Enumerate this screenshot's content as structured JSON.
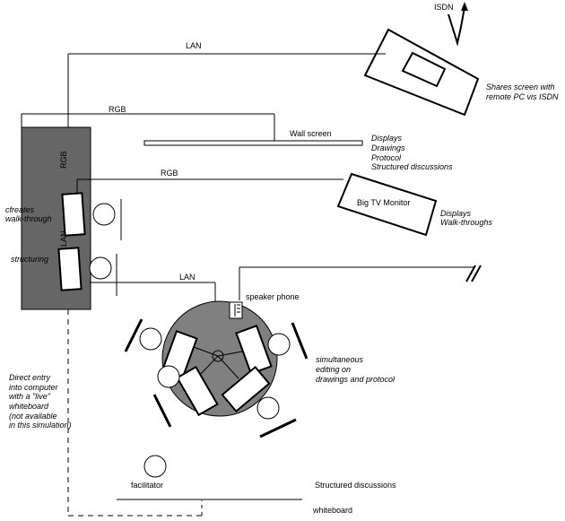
{
  "labels": {
    "isdn": "ISDN",
    "lan_top": "LAN",
    "shares_1": "Shares screen with",
    "shares_2": "remote PC vis ISDN",
    "rgb_top": "RGB",
    "rgb_vertical": "RGB",
    "wall_screen": "Wall screen",
    "wall_desc_1": "Displays",
    "wall_desc_2": "Drawings",
    "wall_desc_3": "Protocol",
    "wall_desc_4": "Structured discussions",
    "rgb_mid": "RGB",
    "tv_monitor": "Big TV Monitor",
    "tv_desc_1": "Displays",
    "tv_desc_2": "Walk-throughs",
    "creates_1": "cfreates",
    "creates_2": "walk-through",
    "lan_vertical": "LAN",
    "structuring": "structuring",
    "lan_mid": "LAN",
    "speaker_phone": "speaker phone",
    "simul_1": "simultaneous",
    "simul_2": "editing on",
    "simul_3": "drawings and protocol",
    "direct_1": "Direct entry",
    "direct_2": "into computer",
    "direct_3": "with a \"live\"",
    "direct_4": "whiteboard",
    "direct_5": "(not available",
    "direct_6": "in this simulation)",
    "facilitator": "facilitator",
    "structured_disc": "Structured discussions",
    "whiteboard": "whiteboard"
  },
  "colors": {
    "panel": "#666666",
    "table": "#808080",
    "line": "#000000",
    "device_fill": "#ffffff"
  }
}
